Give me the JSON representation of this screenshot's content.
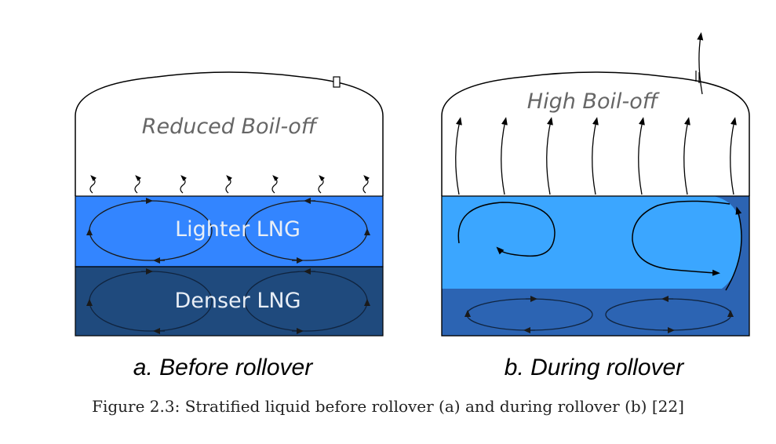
{
  "panels": {
    "before": {
      "boil_label": "Reduced Boil-off",
      "upper_layer_label": "Lighter LNG",
      "lower_layer_label": "Denser LNG",
      "title": "a. Before rollover"
    },
    "during": {
      "boil_label": "High Boil-off",
      "title": "b. During rollover"
    }
  },
  "caption": "Figure 2.3: Stratified liquid before rollover (a) and during rollover (b) [22]",
  "colors": {
    "lighter_lng": "#3385ff",
    "denser_lng": "#1f4a7d",
    "mixing_lng": "#3ba6ff",
    "mixing_lower": "#2c64b3",
    "stroke": "#000000"
  }
}
